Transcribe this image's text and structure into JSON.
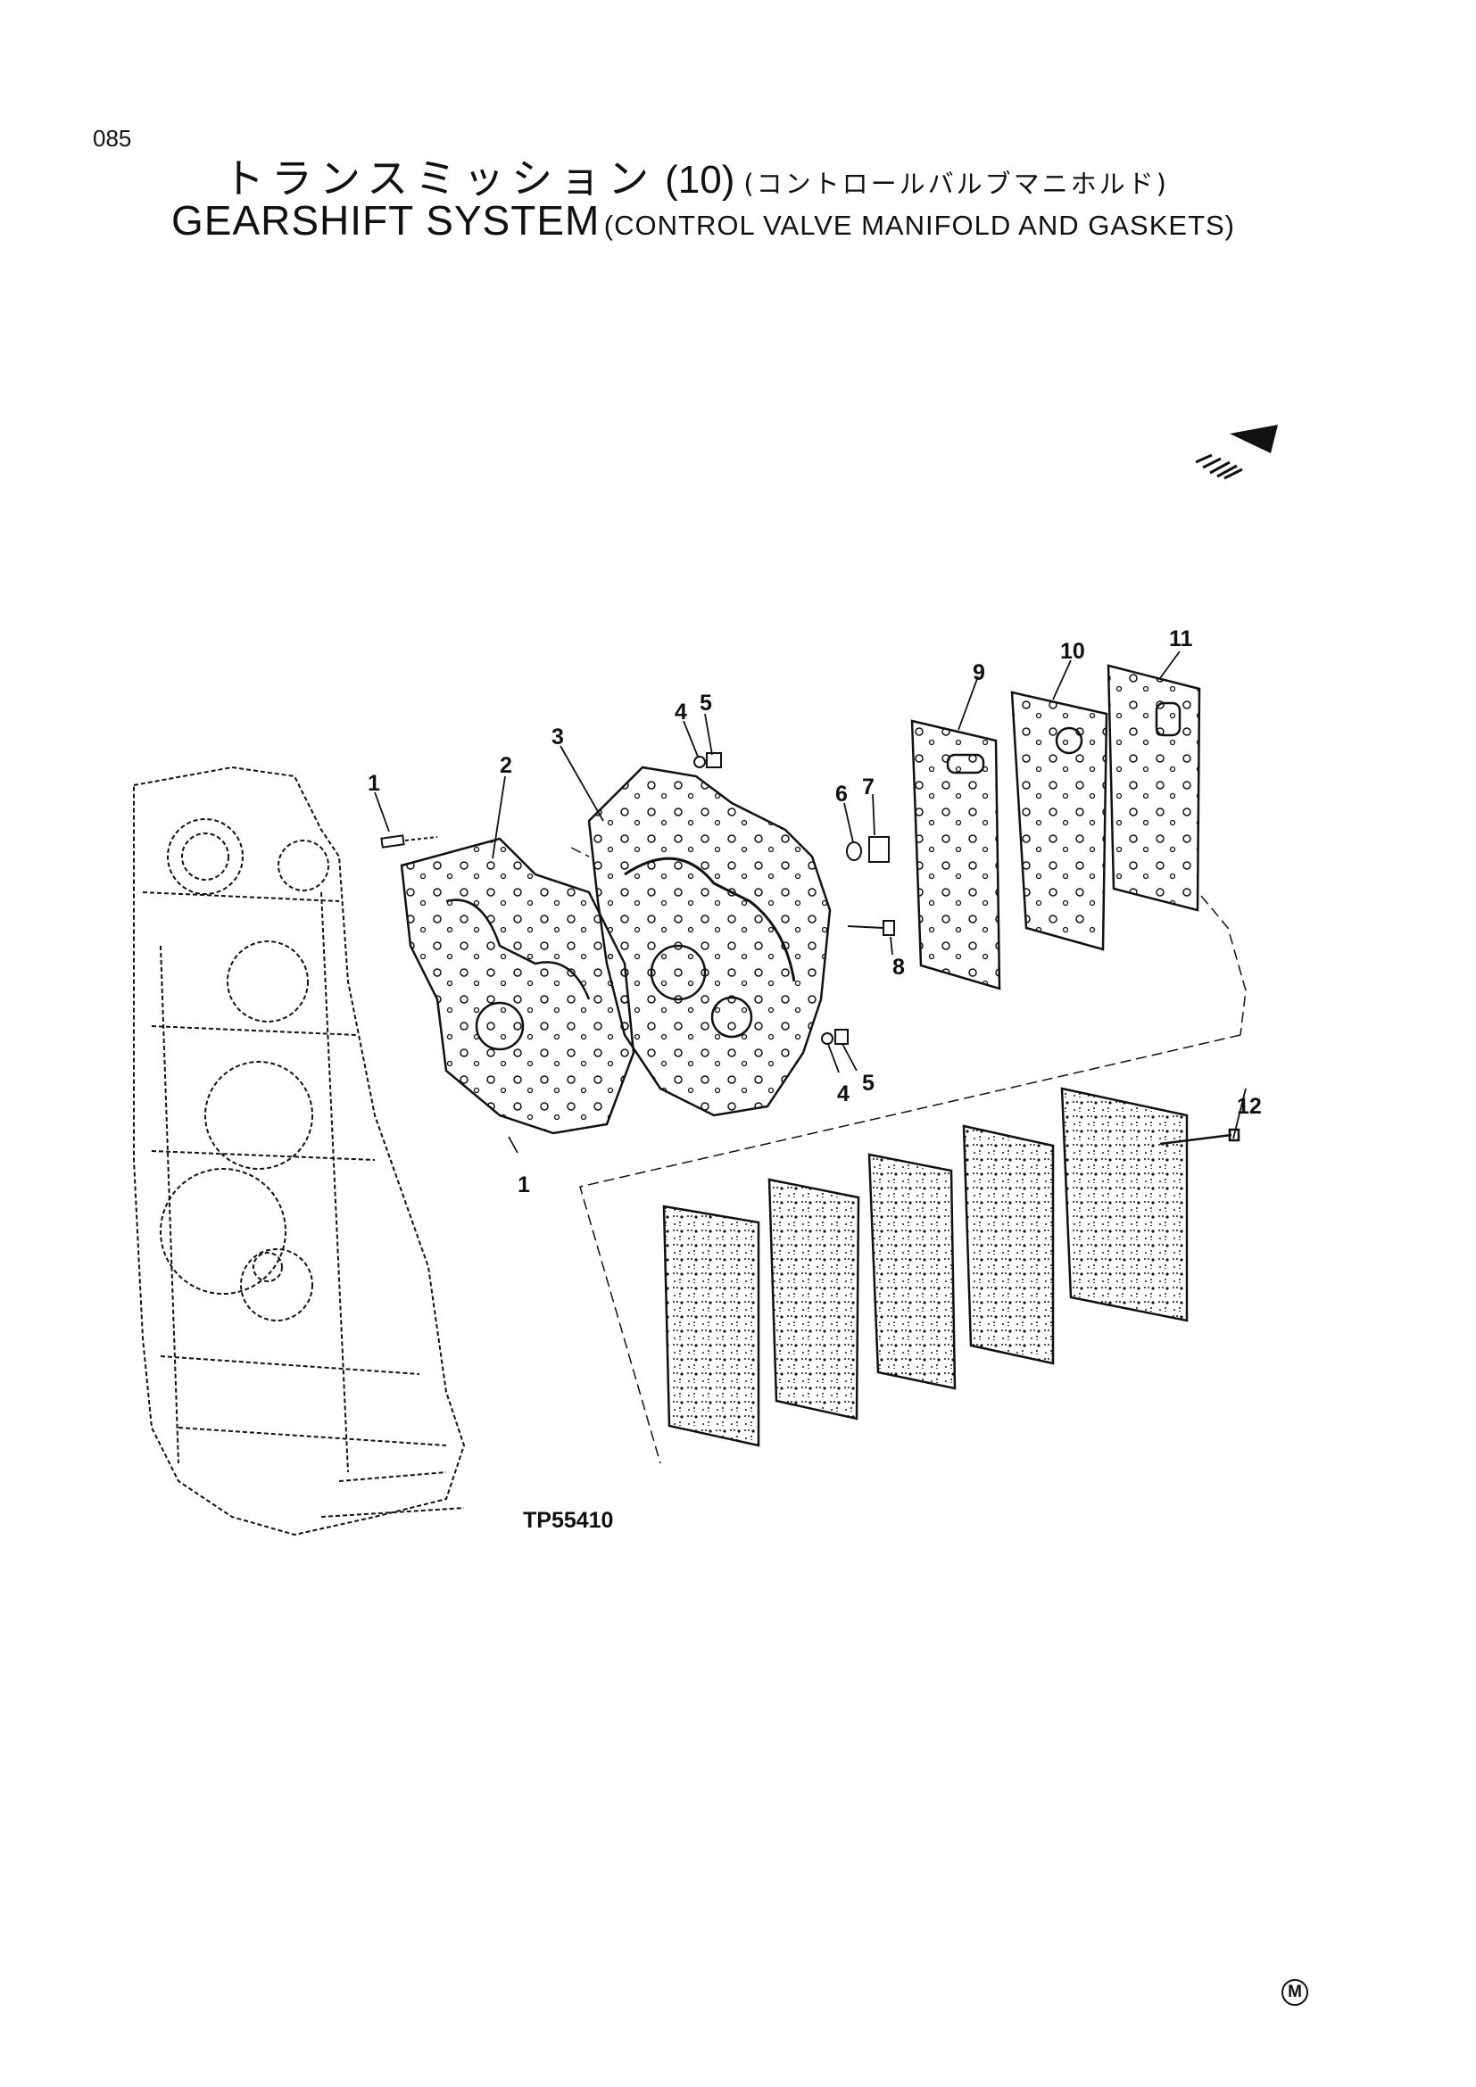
{
  "page": {
    "number": "085"
  },
  "title": {
    "jp_main": "トランスミッション",
    "jp_num": "(10)",
    "jp_sub": "(コントロールバルブマニホルド)",
    "en_main": "GEARSHIFT SYSTEM",
    "en_sub": "(CONTROL VALVE MANIFOLD AND GASKETS)"
  },
  "diagram": {
    "figure_id": "TP55410",
    "callouts": [
      "1",
      "2",
      "3",
      "4",
      "5",
      "6",
      "7",
      "8",
      "9",
      "10",
      "11",
      "12",
      "4",
      "5",
      "1"
    ],
    "direction_icon": "arrow-stripes-icon",
    "colors": {
      "ink": "#111111",
      "paper": "#ffffff"
    }
  },
  "footer": {
    "mark": "M"
  }
}
